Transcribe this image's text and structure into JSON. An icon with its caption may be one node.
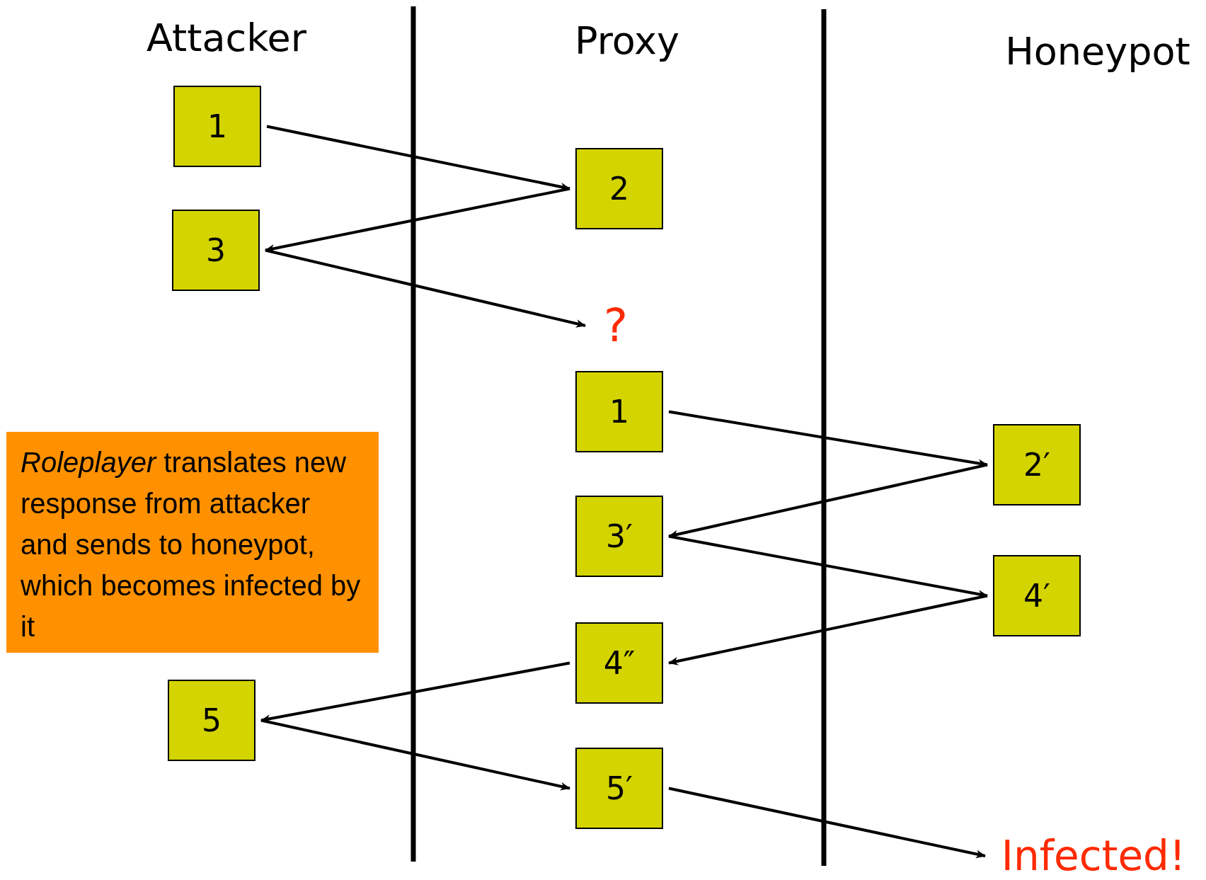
{
  "diagram": {
    "nodes": [
      {
        "text": [
          "1"
        ]
      },
      {
        "text": [
          "2"
        ]
      },
      {
        "text": [
          "3"
        ]
      },
      {
        "text": [
          "?"
        ]
      },
      {
        "text": [
          "1"
        ]
      },
      {
        "text": [
          "2′"
        ]
      },
      {
        "text": [
          "3′"
        ]
      },
      {
        "text": [
          "4′"
        ]
      },
      {
        "text": [
          "4″"
        ]
      },
      {
        "text": [
          "5"
        ]
      },
      {
        "text": [
          "5′"
        ]
      },
      {
        "text": [
          "Infected!"
        ]
      },
      {
        "text": [
          "*Roleplayer* translates new response from attacker and sends to honeypot, which becomes infected by it"
        ]
      }
    ],
    "edges": [
      {
        "from": 0,
        "to": 1,
        "arrow": "to"
      },
      {
        "from": 1,
        "to": 2,
        "arrow": "to"
      },
      {
        "from": 2,
        "to": 3,
        "arrow": "to"
      },
      {
        "from": 4,
        "to": 5,
        "arrow": "to"
      },
      {
        "from": 5,
        "to": 6,
        "arrow": "to"
      },
      {
        "from": 6,
        "to": 7,
        "arrow": "to"
      },
      {
        "from": 7,
        "to": 8,
        "arrow": "to"
      },
      {
        "from": 8,
        "to": 9,
        "arrow": "to"
      },
      {
        "from": 9,
        "to": 10,
        "arrow": "to"
      },
      {
        "from": 10,
        "to": 11,
        "arrow": "to"
      }
    ],
    "labels": [
      "Attacker",
      "Proxy",
      "Honeypot"
    ]
  }
}
